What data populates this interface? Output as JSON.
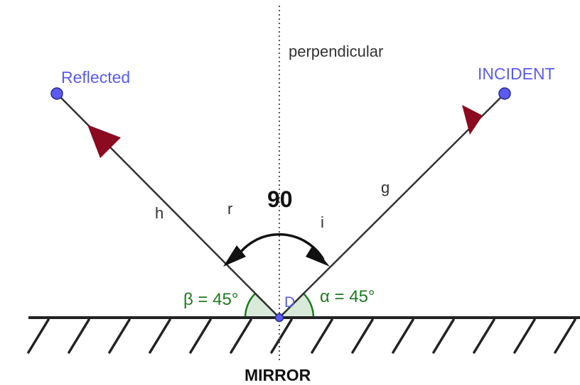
{
  "labels": {
    "perpendicular": "perpendicular",
    "reflected": "Reflected",
    "incident": "INCIDENT",
    "angle_value": "90",
    "ray_h": "h",
    "ray_g": "g",
    "angle_r": "r",
    "angle_i": "i",
    "beta": "β = 45°",
    "alpha": "α = 45°",
    "point_d": "D",
    "mirror": "MIRROR"
  },
  "colors": {
    "point_blue": "#5b5bf0",
    "arrow_red": "#8b0a1f",
    "angle_green": "#1f7a1f",
    "angle_fill": "#d9eadb",
    "line": "#333333"
  }
}
